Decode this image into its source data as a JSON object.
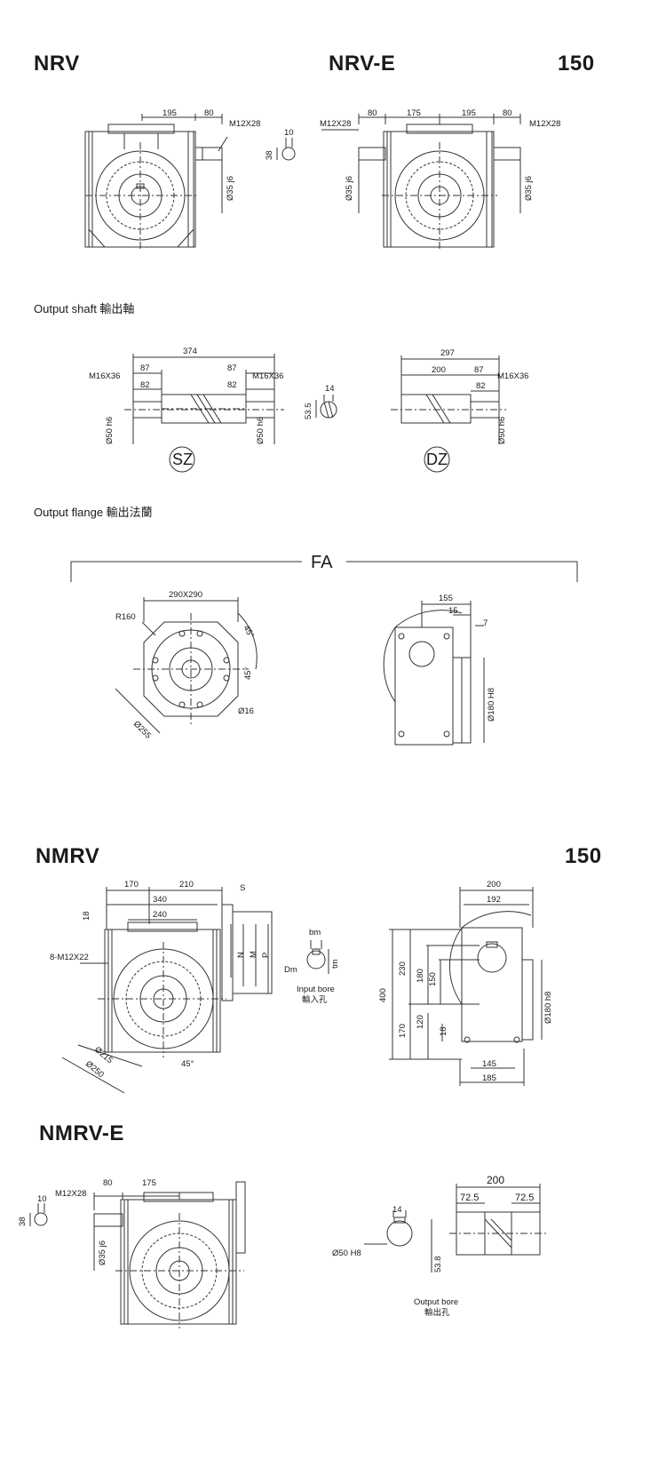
{
  "titles": {
    "nrv": "NRV",
    "nrv_e": "NRV-E",
    "size_top": "150",
    "nmrv": "NMRV",
    "size_bottom": "150",
    "nmrv_e": "NMRV-E"
  },
  "sections": {
    "output_shaft": "Output shaft 輸出軸",
    "output_flange": "Output flange 輸出法蘭",
    "input_bore": "Input bore",
    "input_bore_cn": "輸入孔",
    "output_bore": "Output bore",
    "output_bore_cn": "輸出孔"
  },
  "labels": {
    "sz": "SZ",
    "dz": "DZ",
    "fa": "FA"
  },
  "dims": {
    "nrv": {
      "d195": "195",
      "d80": "80",
      "thread": "M12X28",
      "shaft": "Ø35 j6",
      "key_w": "10",
      "key_h": "38"
    },
    "nrve": {
      "thread_l": "M12X28",
      "d80_l": "80",
      "d175": "175",
      "d195": "195",
      "d80_r": "80",
      "thread_r": "M12X28",
      "shaft_l": "Ø35 j6",
      "shaft_r": "Ø35 j6"
    },
    "shaft_sz": {
      "d374": "374",
      "d87_l": "87",
      "d87_r": "87",
      "d82_l": "82",
      "d82_r": "82",
      "thread_l": "M16X36",
      "thread_r": "M16X36",
      "dia_l": "Ø50 h6",
      "dia_r": "Ø50 h6"
    },
    "key_sec": {
      "w": "14",
      "h": "53.5"
    },
    "shaft_dz": {
      "d297": "297",
      "d200": "200",
      "d87": "87",
      "d82": "82",
      "thread": "M16X36",
      "dia": "Ø50 h6"
    },
    "flange": {
      "square": "290X290",
      "radius": "R160",
      "ang1": "45°",
      "ang2": "45°",
      "pcd": "Ø255",
      "hole": "Ø16",
      "d155": "155",
      "d15": "15",
      "d7": "7",
      "spigot": "Ø180 H8"
    },
    "nmrv": {
      "d170": "170",
      "d210": "210",
      "s": "S",
      "d340": "340",
      "d240": "240",
      "d18": "18",
      "bolts": "8-M12X22",
      "n": "N",
      "m": "M",
      "p": "P",
      "pcd1": "Ø215",
      "pcd2": "Ø250",
      "ang": "45°"
    },
    "bore": {
      "bm": "bm",
      "dm": "Dm",
      "tm": "tm"
    },
    "side": {
      "d200": "200",
      "d192": "192",
      "d400": "400",
      "d230": "230",
      "d180": "180",
      "d150": "150",
      "d170": "170",
      "d120": "120",
      "d18": "18",
      "spigot": "Ø180 h8",
      "d145": "145",
      "d185": "185"
    },
    "nmrve": {
      "thread": "M12X28",
      "d80": "80",
      "d175": "175",
      "key_w": "10",
      "key_h": "38",
      "shaft": "Ø35 j6"
    },
    "out_bore": {
      "w": "14",
      "dia": "Ø50 H8",
      "h": "53.8"
    },
    "out_shaft": {
      "d200": "200",
      "d725_l": "72.5",
      "d725_r": "72.5"
    }
  }
}
